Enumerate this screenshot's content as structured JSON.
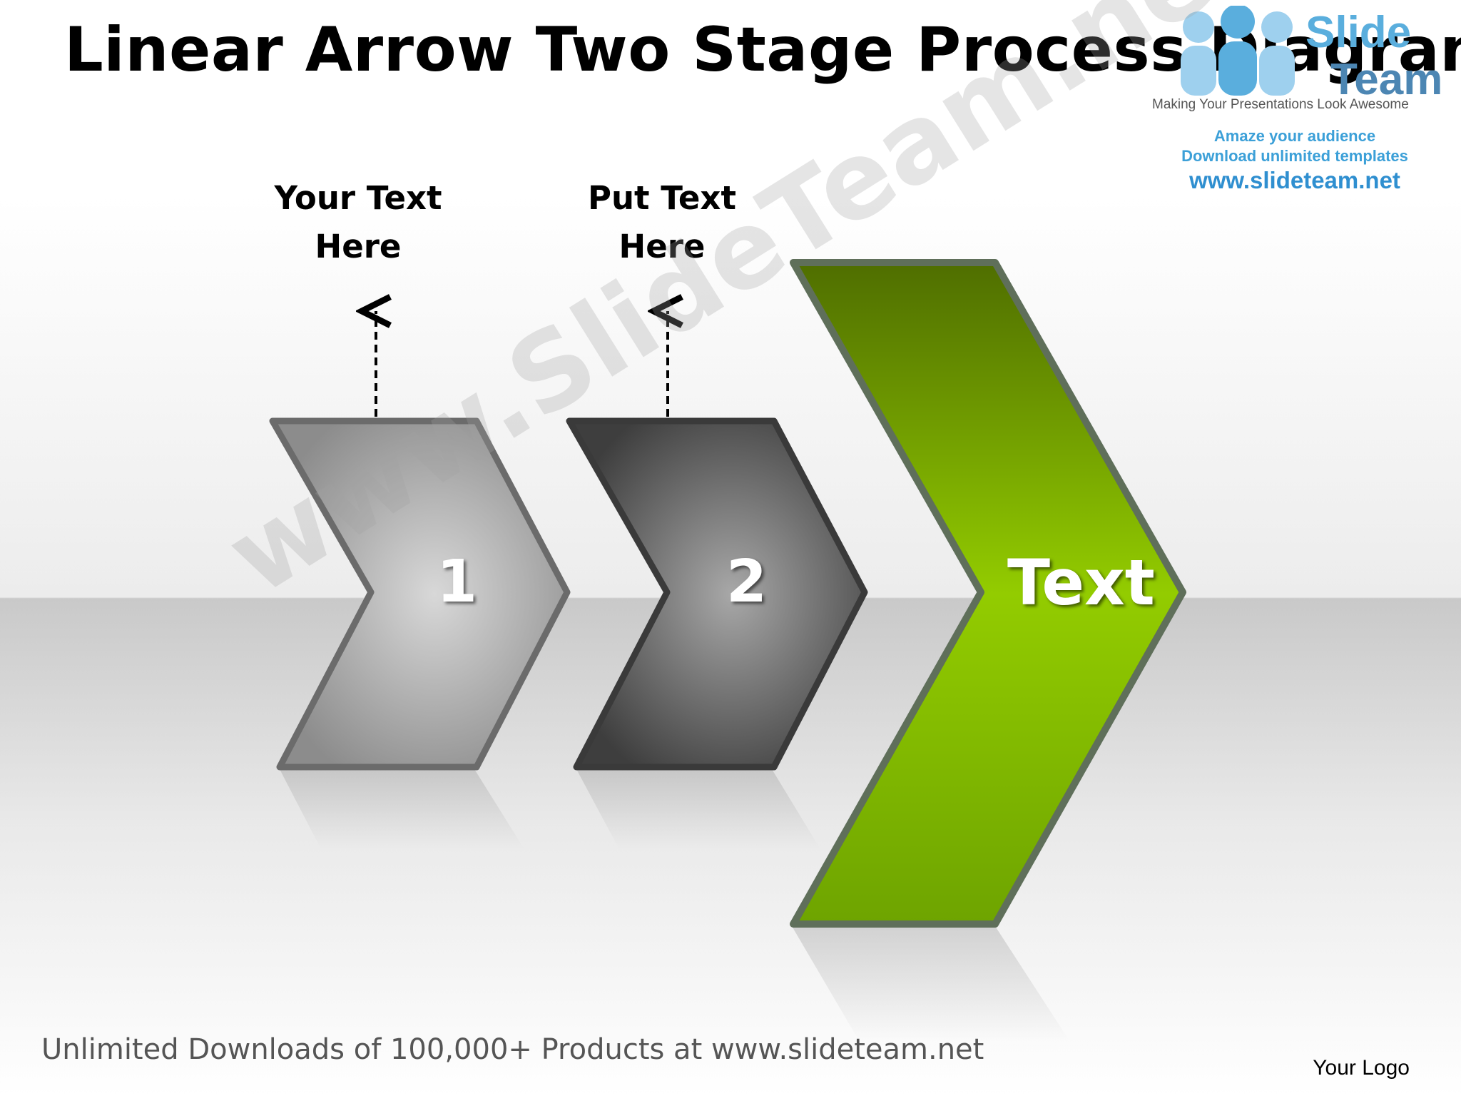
{
  "title": "Linear Arrow Two Stage Process Diagram",
  "brand": {
    "word1": "Slide",
    "word2": "Team",
    "tagline": "Making Your Presentations Look Awesome",
    "line1": "Amaze your audience",
    "line2": "Download unlimited templates",
    "url": "www.slideteam.net"
  },
  "callouts": [
    {
      "line1": "Your Text",
      "line2": "Here"
    },
    {
      "line1": "Put Text",
      "line2": "Here"
    }
  ],
  "stages": [
    {
      "label": "1",
      "color": "#9a9a9a"
    },
    {
      "label": "2",
      "color": "#5a5a5a"
    },
    {
      "label": "Text",
      "color": "#7fb800"
    }
  ],
  "watermark": "www.SlideTeam.net",
  "footer": "Unlimited Downloads of 100,000+ Products at www.slideteam.net",
  "logo_placeholder": "Your Logo"
}
